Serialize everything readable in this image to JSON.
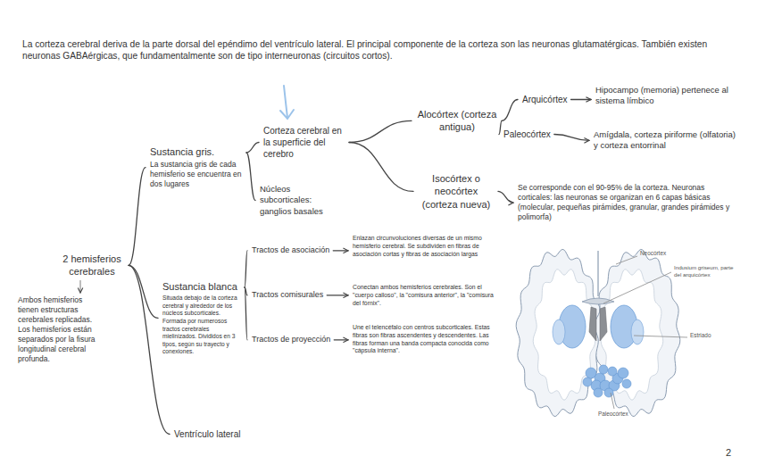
{
  "diagram": {
    "nodes": [
      {
        "text": [
          "2 hemisferios cerebrales"
        ]
      },
      {
        "text": [
          "Ambos hemisferios tienen estructuras cerebrales replicadas. Los hemisferios están separados por la fisura longitudinal cerebral profunda."
        ]
      },
      {
        "text": [
          "Sustancia gris.",
          "La sustancia gris de cada hemisferio se encuentra en dos lugares"
        ]
      },
      {
        "text": [
          "Corteza cerebral en la superficie del cerebro"
        ]
      },
      {
        "text": [
          "Núcleos subcorticales: ganglios basales"
        ]
      },
      {
        "text": [
          "Alocórtex (corteza antigua)"
        ]
      },
      {
        "text": [
          "Arquicórtex"
        ]
      },
      {
        "text": [
          "Hipocampo (memoria) pertenece al sistema límbico"
        ]
      },
      {
        "text": [
          "Paleocórtex"
        ]
      },
      {
        "text": [
          "Amígdala, corteza piriforme (olfatoria) y corteza entorrinal"
        ]
      },
      {
        "text": [
          "Isocórtex o neocórtex (corteza nueva)"
        ]
      },
      {
        "text": [
          "Se corresponde con el 90-95% de la corteza. Neuronas corticales: las neuronas se organizan en 6 capas básicas (molecular, pequeñas pirámides, granular, grandes pirámides y polimorfa)"
        ]
      },
      {
        "text": [
          "Sustancia blanca",
          "Situada debajo de la corteza cerebral y alrededor de los núcleos subcorticales. Formada por numerosos tractos cerebrales mielinizados. Divididos en 3 tipos, según su trayecto y conexiones."
        ]
      },
      {
        "text": [
          "Tractos de asociación"
        ]
      },
      {
        "text": [
          "Enlazan circunvoluciones diversas de un mismo hemisferio cerebral. Se subdividen en fibras de asociación cortas y fibras de asociación largas"
        ]
      },
      {
        "text": [
          "Tractos comisurales"
        ]
      },
      {
        "text": [
          "Conectan ambos hemisferios cerebrales. Son el \"cuerpo calloso\", la \"comisura anterior\", la \"comisura del fórnix\"."
        ]
      },
      {
        "text": [
          "Tractos de proyección"
        ]
      },
      {
        "text": [
          "Une el telencéfalo con centros subcorticales. Estas fibras son fibras ascendentes y descendentes. Las fibras forman una banda compacta conocida como \"cápsula interna\"."
        ]
      },
      {
        "text": [
          "Ventrículo lateral"
        ]
      }
    ],
    "edges": [
      {
        "from": 0,
        "to": 1,
        "arrow": "to"
      },
      {
        "from": 0,
        "to": 2,
        "arrow": "none"
      },
      {
        "from": 0,
        "to": 12,
        "arrow": "none"
      },
      {
        "from": 0,
        "to": 19,
        "arrow": "none"
      },
      {
        "from": 2,
        "to": 3,
        "arrow": "none"
      },
      {
        "from": 2,
        "to": 4,
        "arrow": "none"
      },
      {
        "from": 3,
        "to": 5,
        "arrow": "none"
      },
      {
        "from": 3,
        "to": 10,
        "arrow": "none"
      },
      {
        "from": 5,
        "to": 6,
        "arrow": "none"
      },
      {
        "from": 5,
        "to": 8,
        "arrow": "none"
      },
      {
        "from": 6,
        "to": 7,
        "arrow": "to"
      },
      {
        "from": 8,
        "to": 9,
        "arrow": "to"
      },
      {
        "from": 10,
        "to": 11,
        "arrow": "to"
      },
      {
        "from": 12,
        "to": 13,
        "arrow": "none"
      },
      {
        "from": 12,
        "to": 15,
        "arrow": "none"
      },
      {
        "from": 12,
        "to": 17,
        "arrow": "none"
      },
      {
        "from": 13,
        "to": 14,
        "arrow": "to"
      },
      {
        "from": 15,
        "to": 16,
        "arrow": "to"
      },
      {
        "from": 17,
        "to": 18,
        "arrow": "to"
      }
    ],
    "labels": [
      "La corteza cerebral deriva de la parte dorsal del epéndimo del ventrículo lateral. El principal componente de la corteza son las neuronas glutamatérgicas. También existen neuronas GABAérgicas, que fundamentalmente son de tipo interneuronas (circuitos cortos).",
      "Neocórtex",
      "Indusium griseum, parte del arquicórtex",
      "Estriado",
      "Paleocórtex",
      "2"
    ]
  }
}
